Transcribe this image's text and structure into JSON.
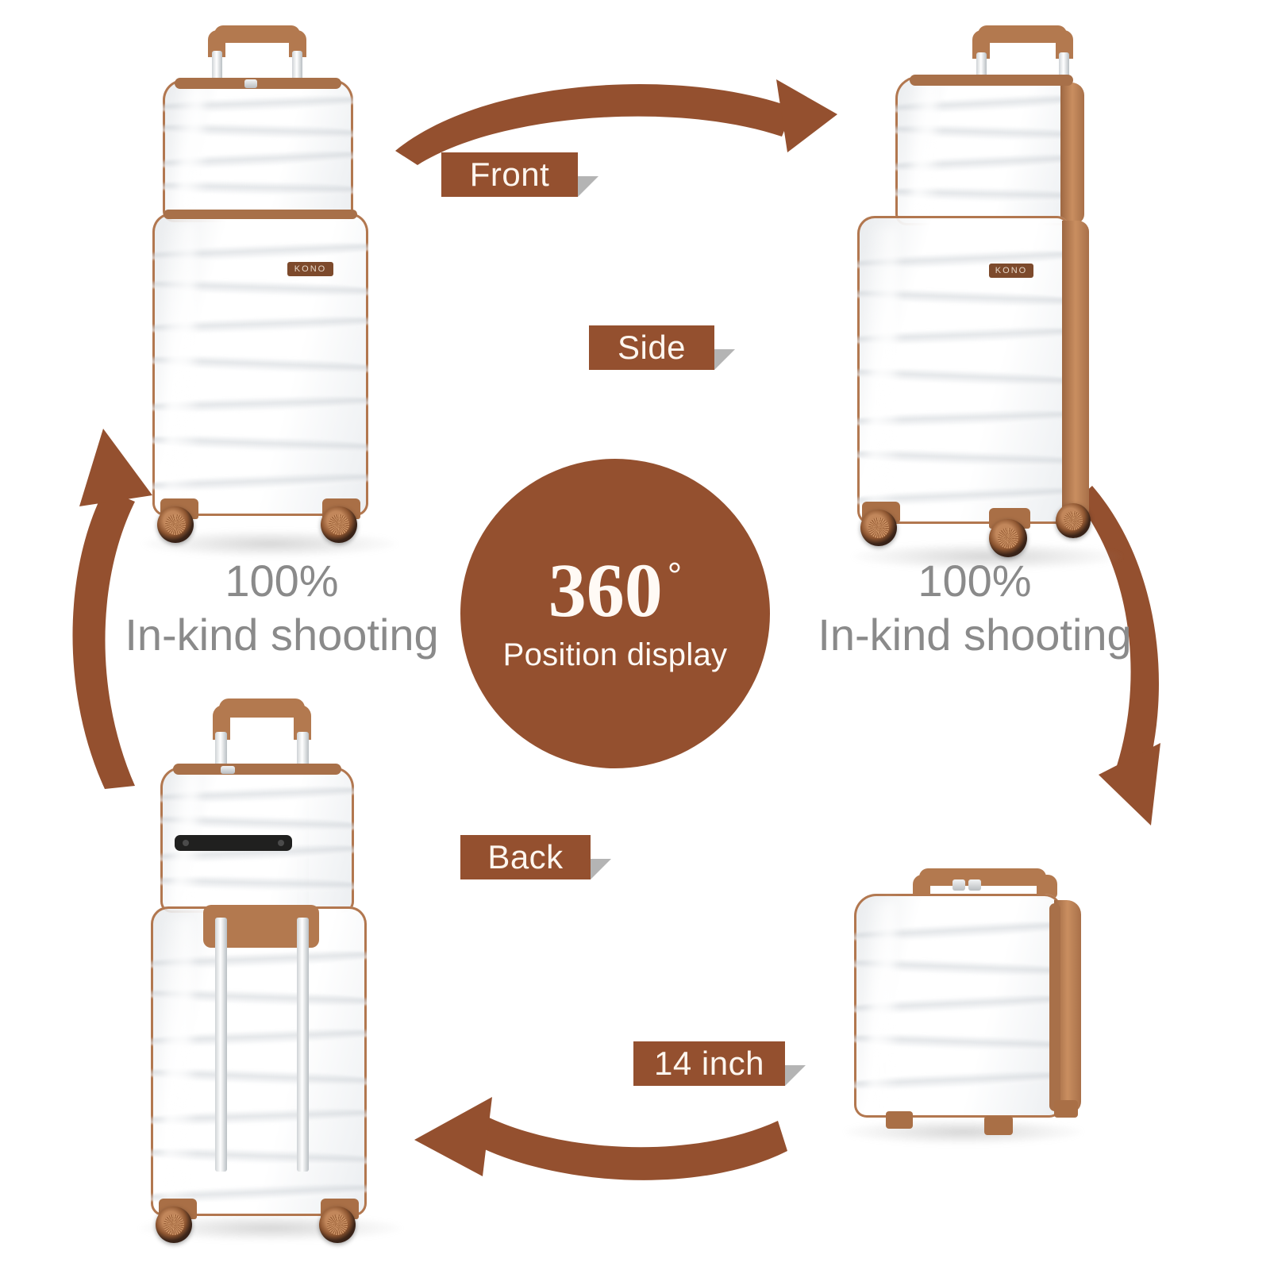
{
  "theme": {
    "brown": "#94502f",
    "trim_brown": "#b3794f",
    "caption_gray": "#8a8a8a",
    "background": "#ffffff",
    "fold_gray": "#b4b4b4"
  },
  "badge": {
    "value": "360",
    "degree_symbol": "°",
    "subtitle": "Position display"
  },
  "labels": {
    "front": "Front",
    "side": "Side",
    "back": "Back",
    "size": "14 inch"
  },
  "captions": {
    "left": {
      "line1": "100%",
      "line2": "In-kind shooting"
    },
    "right": {
      "line1": "100%",
      "line2": "In-kind shooting"
    }
  },
  "product": {
    "brand_logo": "KONO",
    "views": [
      {
        "id": "front",
        "name": "front-view",
        "description": "Luggage set front view with cosmetic case on top"
      },
      {
        "id": "side",
        "name": "side-view",
        "description": "Luggage set side three-quarter view"
      },
      {
        "id": "back",
        "name": "back-view",
        "description": "Luggage set back view with telescoping handle extended"
      },
      {
        "id": "case",
        "name": "cosmetic-case-view",
        "description": "14 inch cosmetic case standalone"
      }
    ]
  },
  "arrows": [
    {
      "id": "top",
      "name": "arrow-front-to-side",
      "direction": "right"
    },
    {
      "id": "right",
      "name": "arrow-side-to-case",
      "direction": "down"
    },
    {
      "id": "bottom",
      "name": "arrow-case-to-back",
      "direction": "left"
    },
    {
      "id": "left",
      "name": "arrow-back-to-front",
      "direction": "up"
    }
  ]
}
